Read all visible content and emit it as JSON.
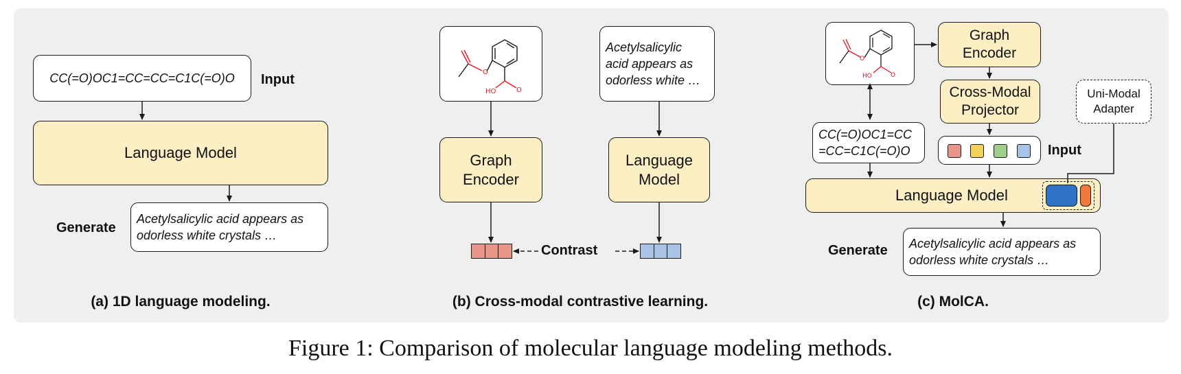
{
  "figure_caption": "Figure 1: Comparison of molecular language modeling methods.",
  "panel_a": {
    "smiles": "CC(=O)OC1=CC=CC=C1C(=O)O",
    "input_label": "Input",
    "model_label": "Language Model",
    "generate_label": "Generate",
    "output_line1": "Acetylsalicylic acid appears as",
    "output_line2": "odorless white crystals …",
    "caption": "(a) 1D language modeling."
  },
  "panel_b": {
    "text_line1": "Acetylsalicylic",
    "text_line2": "acid appears as",
    "text_line3": "odorless white …",
    "graph_encoder_line1": "Graph",
    "graph_encoder_line2": "Encoder",
    "language_model_line1": "Language",
    "language_model_line2": "Model",
    "contrast_label": "Contrast",
    "caption": "(b) Cross-modal contrastive learning."
  },
  "panel_c": {
    "graph_encoder_line1": "Graph",
    "graph_encoder_line2": "Encoder",
    "projector_line1": "Cross-Modal",
    "projector_line2": "Projector",
    "adapter_line1": "Uni-Modal",
    "adapter_line2": "Adapter",
    "smiles_line1": "CC(=O)OC1=CC",
    "smiles_line2": "=CC=C1C(=O)O",
    "input_label": "Input",
    "model_label": "Language Model",
    "generate_label": "Generate",
    "output_line1": "Acetylsalicylic acid appears as",
    "output_line2": "odorless white crystals …",
    "caption": "(c) MolCA."
  },
  "molecule": {
    "oxygen_label": "O",
    "hydroxyl_label": "HO",
    "acid_oxygen_label": "O"
  },
  "colors": {
    "box_fill": "#fcefc4",
    "embed_red": "#e8968a",
    "embed_blue": "#a9c3e6",
    "token_red": "#e8968a",
    "token_yellow": "#f3d35a",
    "token_green": "#9fce8d",
    "token_blue": "#a9c3e6",
    "adapter_blue": "#2f73c6",
    "adapter_orange": "#ee7b3c",
    "atom_red": "#e8141c"
  }
}
